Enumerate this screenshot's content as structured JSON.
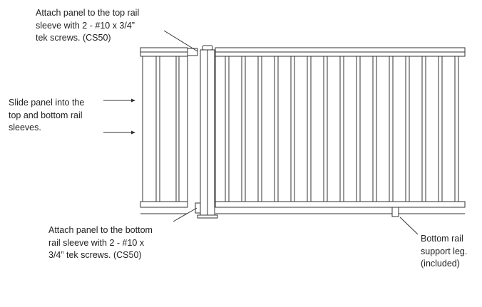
{
  "callouts": {
    "top_rail": "Attach panel to the top rail\nsleeve with 2 - #10 x 3/4”\ntek screws. (CS50)",
    "slide_panel": "Slide panel into the\ntop and bottom rail\nsleeves.",
    "bottom_rail": "Attach panel to the bottom\nrail sleeve with 2 - #10 x\n3/4” tek screws. (CS50)",
    "support_leg": "Bottom rail\nsupport leg.\n(included)"
  },
  "colors": {
    "line": "#333333",
    "text": "#222222",
    "background": "#ffffff"
  }
}
